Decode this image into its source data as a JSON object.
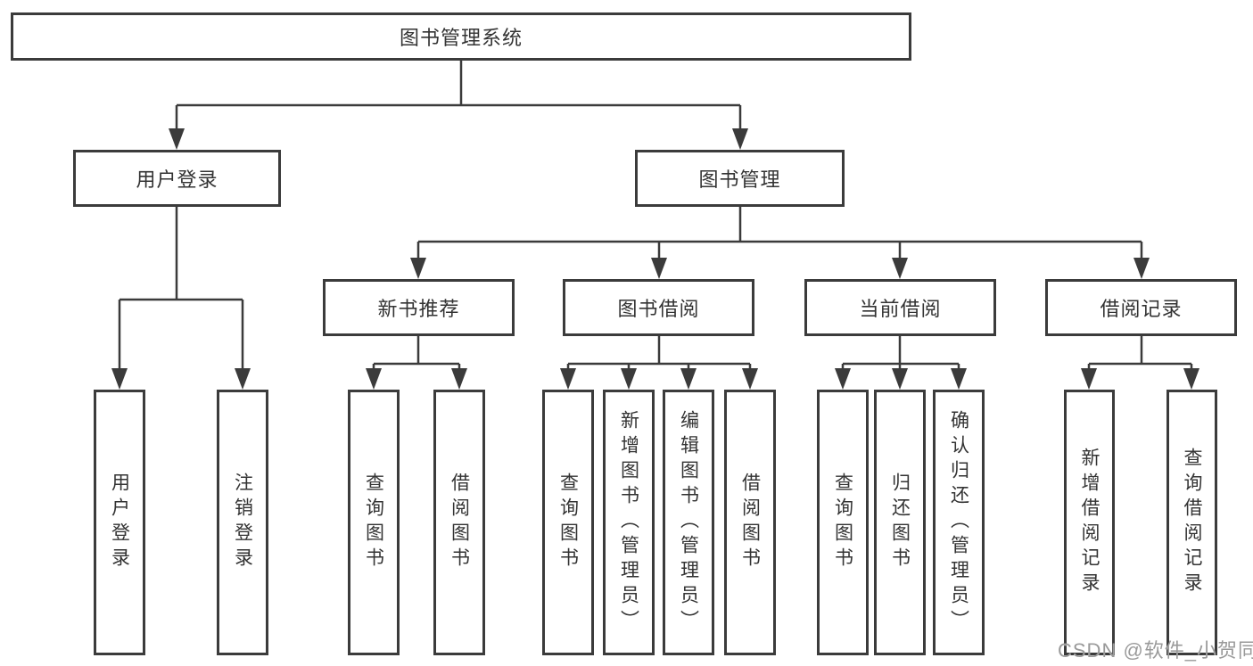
{
  "diagram": {
    "title": "图书管理系统",
    "watermark": "CSDN @软件_小贺同学",
    "colors": {
      "background": "#ffffff",
      "line": "#3b3b3b",
      "box_border": "#3b3b3b",
      "text": "#333333",
      "watermark": "#9a9a9a"
    },
    "nodes": {
      "root": {
        "label": "图书管理系统"
      },
      "level2": [
        {
          "label": "用户登录"
        },
        {
          "label": "图书管理"
        }
      ],
      "level3": [
        {
          "label": "新书推荐",
          "parent": "图书管理"
        },
        {
          "label": "图书借阅",
          "parent": "图书管理"
        },
        {
          "label": "当前借阅",
          "parent": "图书管理"
        },
        {
          "label": "借阅记录",
          "parent": "图书管理"
        }
      ],
      "leaves": [
        {
          "label": "用户登录",
          "parent": "用户登录"
        },
        {
          "label": "注销登录",
          "parent": "用户登录"
        },
        {
          "label": "查询图书",
          "parent": "新书推荐"
        },
        {
          "label": "借阅图书",
          "parent": "新书推荐"
        },
        {
          "label": "查询图书",
          "parent": "图书借阅"
        },
        {
          "label": "新增图书（管理员）",
          "parent": "图书借阅"
        },
        {
          "label": "编辑图书（管理员）",
          "parent": "图书借阅"
        },
        {
          "label": "借阅图书",
          "parent": "图书借阅"
        },
        {
          "label": "查询图书",
          "parent": "当前借阅"
        },
        {
          "label": "归还图书",
          "parent": "当前借阅"
        },
        {
          "label": "确认归还（管理员）",
          "parent": "当前借阅"
        },
        {
          "label": "新增借阅记录",
          "parent": "借阅记录"
        },
        {
          "label": "查询借阅记录",
          "parent": "借阅记录"
        }
      ]
    }
  }
}
